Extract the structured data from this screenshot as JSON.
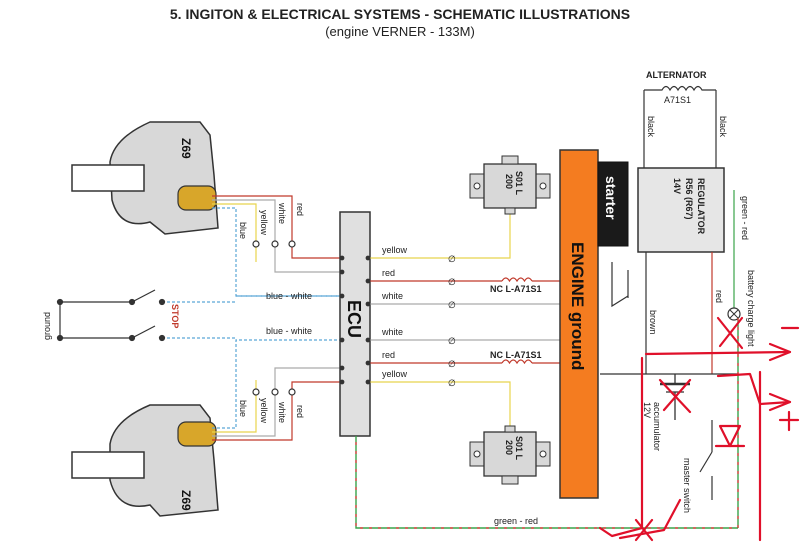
{
  "title": "5. INGITON & ELECTRICAL SYSTEMS - SCHEMATIC ILLUSTRATIONS",
  "subtitle": "(engine VERNER - 133M)",
  "components": {
    "magneto_top": "Z69",
    "magneto_bottom": "Z69",
    "ecu": "ECU",
    "engine_ground": "ENGINE ground",
    "starter": "starter",
    "alternator": "ALTERNATOR",
    "alternator_code": "A71S1",
    "regulator": "REGULATOR",
    "regulator_code": "R56 (R67)",
    "regulator_volt": "14V",
    "coil_top": "S01 L",
    "coil_top_num": "200",
    "coil_bottom": "S01 L",
    "coil_bottom_num": "200",
    "nc_top": "NC L-A71S1",
    "nc_bottom": "NC L-A71S1",
    "accumulator": "accumulator",
    "accumulator_volt": "12V",
    "master_switch": "master switch",
    "battery_light": "battery charge light",
    "ground": "ground",
    "stop": "STOP"
  },
  "wire_labels": {
    "yellow": "yellow",
    "red": "red",
    "white": "white",
    "blue": "blue",
    "blue_white": "blue - white",
    "black": "black",
    "brown": "brown",
    "green_red": "green - red"
  },
  "symbols": {
    "no_connection": "∅"
  },
  "colors": {
    "engine_orange": "#f47c20",
    "ecu_gray": "#e0e0e0",
    "regulator_gray": "#e6e6e6",
    "starter_black": "#1a1a1a",
    "wire_red": "#c0392b",
    "wire_yellow": "#e8d44d",
    "wire_blue": "#5ba6d6",
    "wire_green": "#3aa34a",
    "annotation_red": "#e0102a"
  }
}
